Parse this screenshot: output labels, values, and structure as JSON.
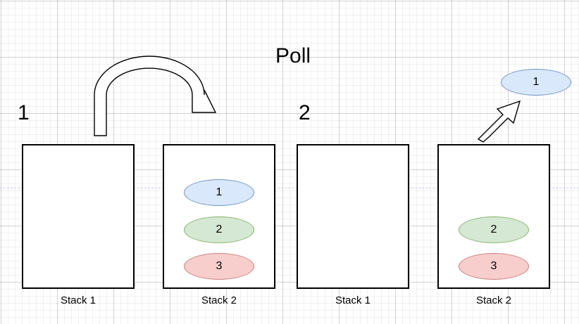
{
  "diagram": {
    "title": "Poll",
    "background": "grid-canvas",
    "guideline_color": "#b9c6d8"
  },
  "colors": {
    "node_blue_fill": "#dae8fc",
    "node_blue_stroke": "#7095c4",
    "node_green_fill": "#d5e8d4",
    "node_green_stroke": "#86b36a",
    "node_red_fill": "#f8cecc",
    "node_red_stroke": "#c9807d",
    "box_stroke": "#000000",
    "arrow_fill": "#ffffff",
    "arrow_stroke": "#000000"
  },
  "steps": [
    {
      "number": "1"
    },
    {
      "number": "2"
    }
  ],
  "stacks": [
    {
      "label": "Stack 1",
      "step": "1",
      "items": []
    },
    {
      "label": "Stack 2",
      "step": "1",
      "items": [
        {
          "value": "1",
          "color": "blue"
        },
        {
          "value": "2",
          "color": "green"
        },
        {
          "value": "3",
          "color": "red"
        }
      ]
    },
    {
      "label": "Stack 1",
      "step": "2",
      "items": []
    },
    {
      "label": "Stack 2",
      "step": "2",
      "items": [
        {
          "value": "2",
          "color": "green"
        },
        {
          "value": "3",
          "color": "red"
        }
      ]
    }
  ],
  "popped_node": {
    "value": "1",
    "color": "blue"
  },
  "arrows": [
    {
      "name": "curved-transfer-arrow",
      "kind": "curved-block-arrow"
    },
    {
      "name": "poll-out-arrow",
      "kind": "straight-block-arrow"
    }
  ]
}
